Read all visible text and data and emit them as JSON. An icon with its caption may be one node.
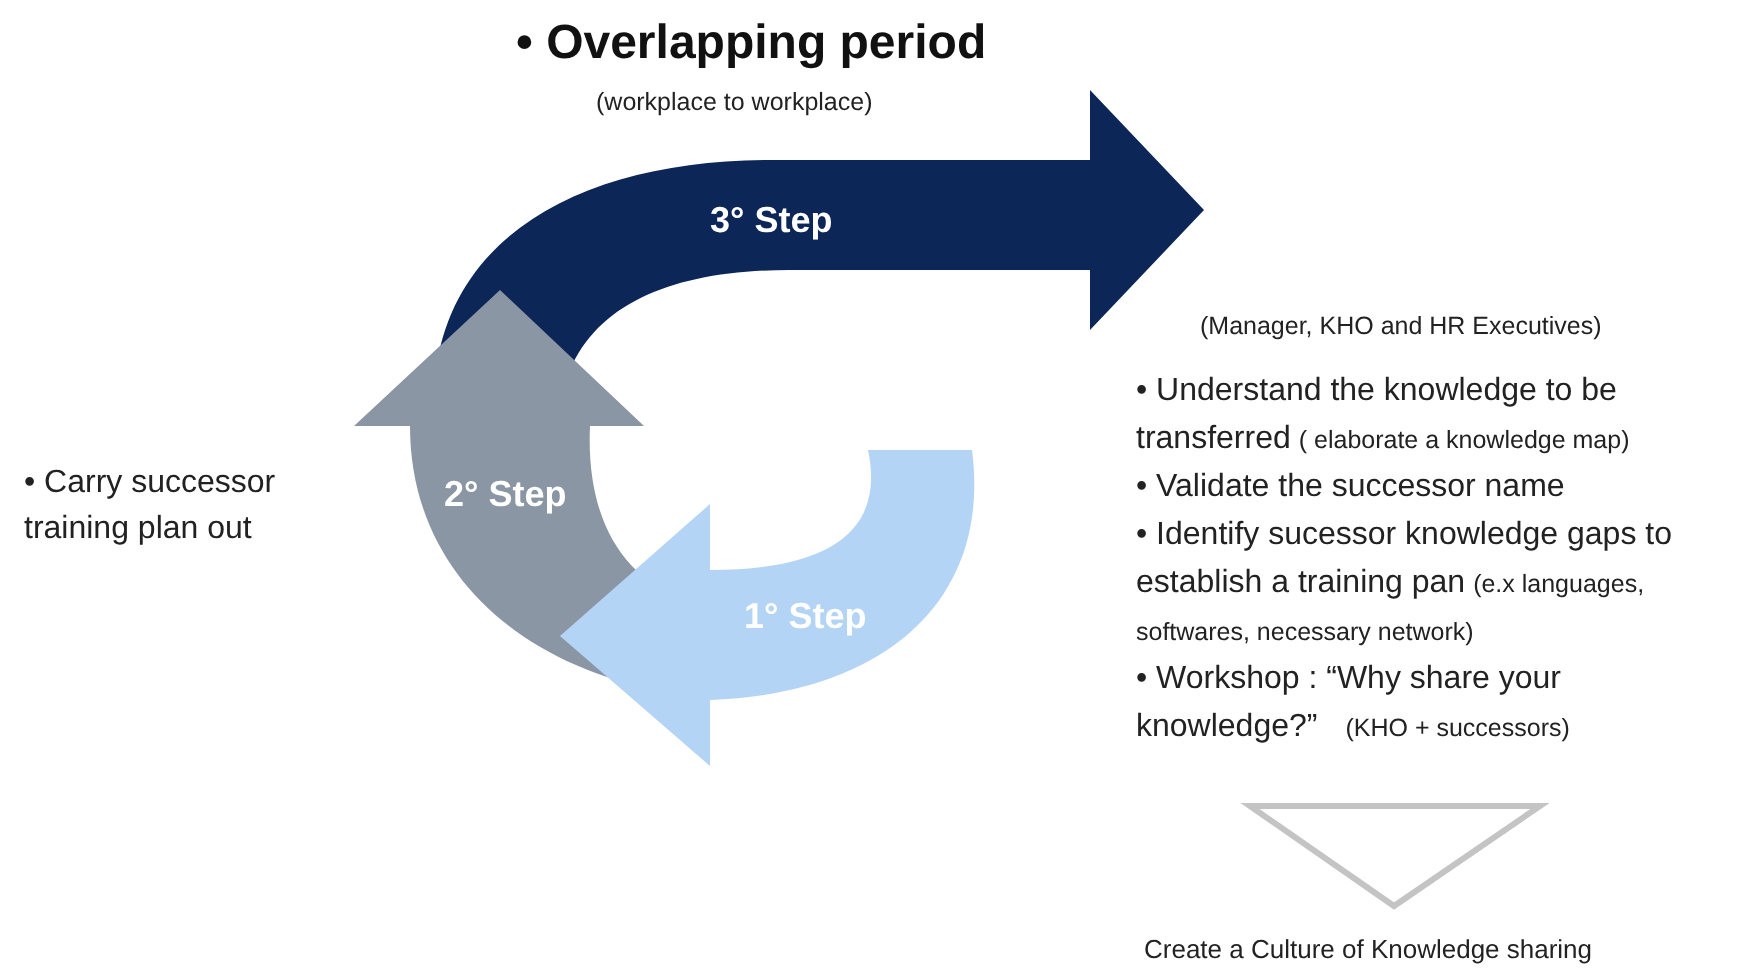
{
  "diagram": {
    "title": "• Overlapping period",
    "nodes": [
      {
        "text": [
          "3° Step"
        ]
      },
      {
        "text": [
          "2° Step"
        ]
      },
      {
        "text": [
          "1° Step"
        ]
      },
      {
        "text": [],
        "shape": "triangle",
        "beside": [
          "Create a Culture of Knowledge sharing"
        ]
      }
    ],
    "labels": [
      "(workplace to workplace)",
      "• Carry successor training plan out",
      "(Manager, KHO and HR Executives)",
      "• Understand the knowledge to be transferred",
      "( elaborate a knowledge map)",
      "• Validate the successor name",
      "• Identify sucessor knowledge gaps to establish a training pan",
      "(e.x languages, softwares, necessary network)",
      "• Workshop : “Why share your knowledge?”",
      "(KHO + successors)"
    ]
  }
}
